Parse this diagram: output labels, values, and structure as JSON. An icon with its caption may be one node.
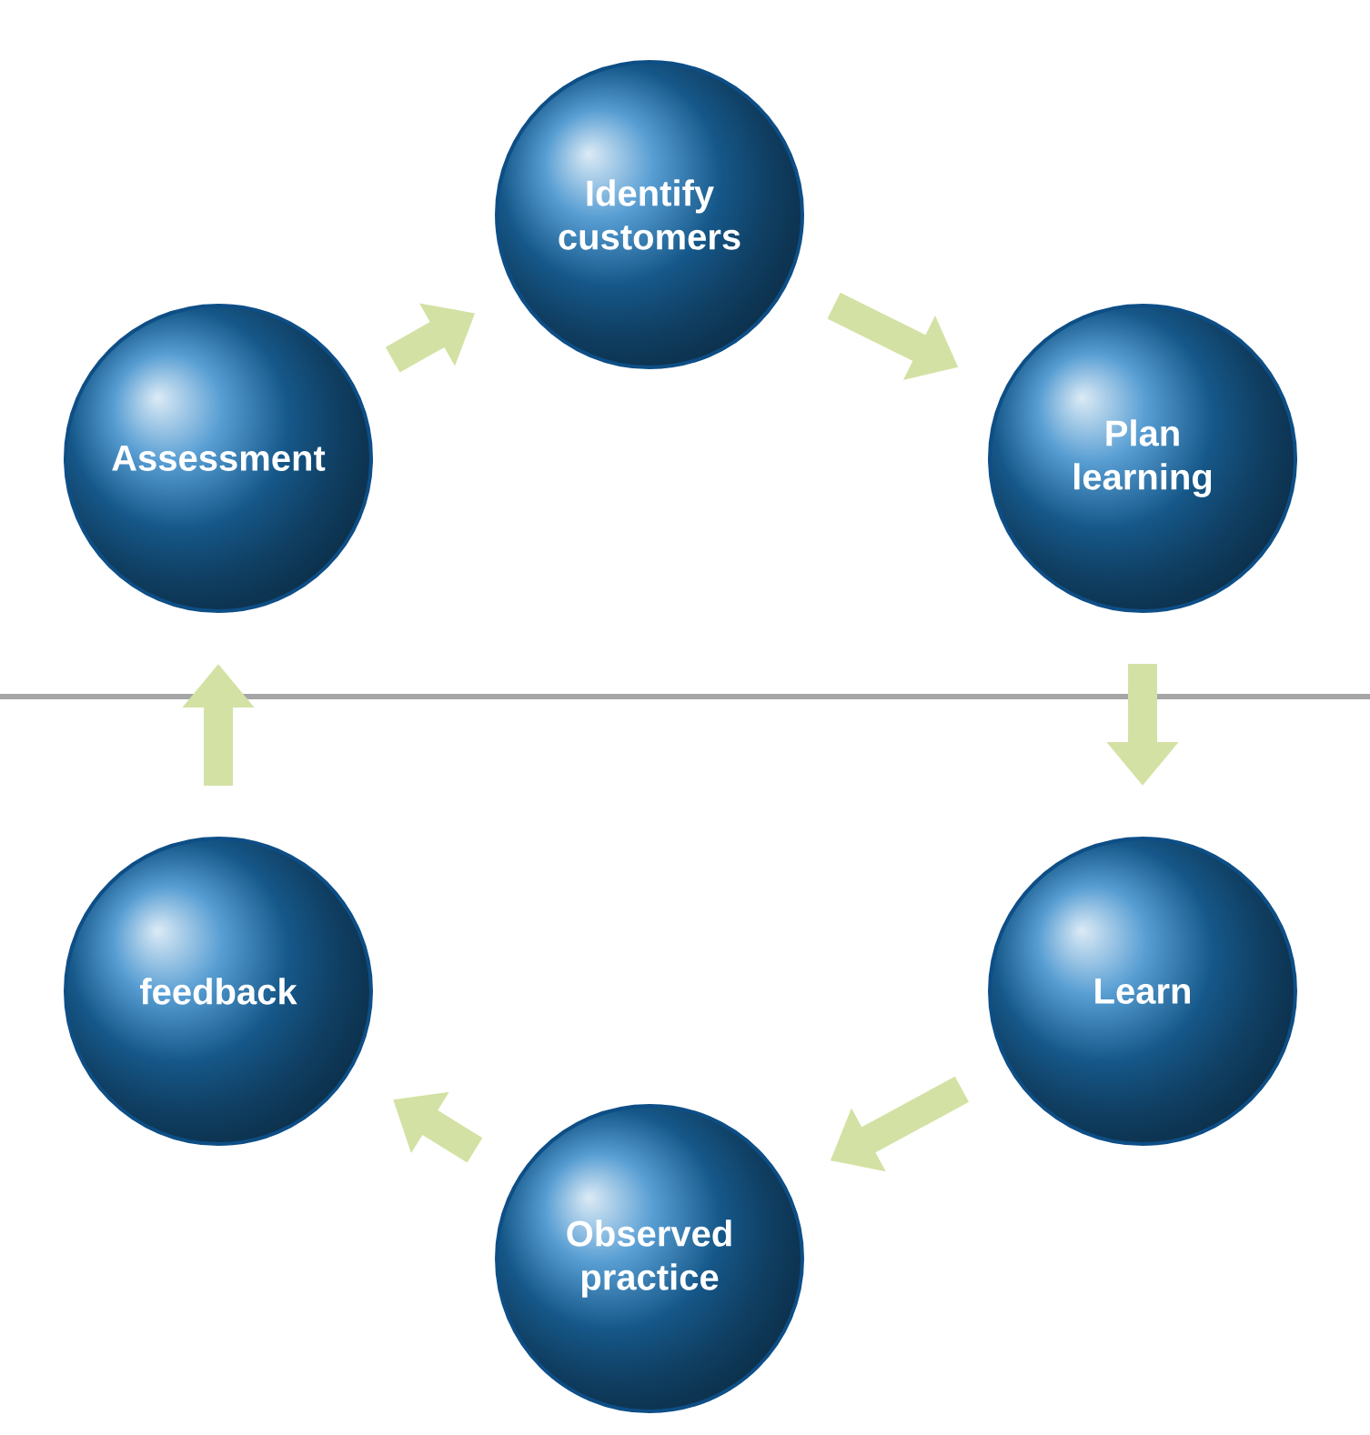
{
  "diagram": {
    "nodes": [
      {
        "text": [
          "Identify customers"
        ]
      },
      {
        "text": [
          "Plan learning"
        ]
      },
      {
        "text": [
          "Learn"
        ]
      },
      {
        "text": [
          "Observed practice"
        ]
      },
      {
        "text": [
          "feedback"
        ]
      },
      {
        "text": [
          "Assessment"
        ]
      }
    ],
    "edges": [
      {
        "from": 5,
        "to": 0,
        "arrow": "to"
      },
      {
        "from": 0,
        "to": 1,
        "arrow": "to"
      },
      {
        "from": 1,
        "to": 2,
        "arrow": "to"
      },
      {
        "from": 2,
        "to": 3,
        "arrow": "to"
      },
      {
        "from": 3,
        "to": 4,
        "arrow": "to"
      },
      {
        "from": 4,
        "to": 5,
        "arrow": "to"
      }
    ]
  }
}
